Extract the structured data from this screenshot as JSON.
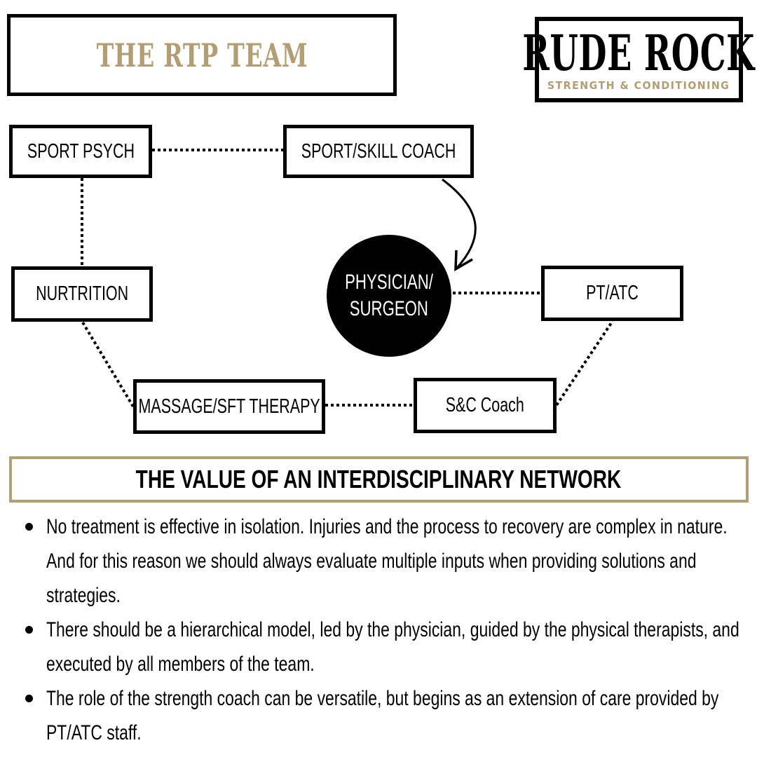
{
  "header": {
    "title": "THE RTP TEAM"
  },
  "logo": {
    "name": "RUDE ROCK",
    "tagline": "STRENGTH & CONDITIONING"
  },
  "colors": {
    "accent_gold": "#b39d72",
    "ink": "#000000",
    "background": "#ffffff"
  },
  "diagram": {
    "nodes": {
      "sport_psych": "SPORT PSYCH",
      "sport_skill_coach": "SPORT/SKILL COACH",
      "nutrition": "NURTRITION",
      "physician_line1": "PHYSICIAN/",
      "physician_line2": "SURGEON",
      "pt_atc": "PT/ATC",
      "massage": "MASSAGE/SFT THERAPY",
      "sc_coach": "S&C Coach"
    },
    "connections": [
      {
        "from": "SPORT PSYCH",
        "to": "SPORT/SKILL COACH",
        "style": "dotted"
      },
      {
        "from": "SPORT PSYCH",
        "to": "NURTRITION",
        "style": "dotted"
      },
      {
        "from": "NURTRITION",
        "to": "MASSAGE/SFT THERAPY",
        "style": "dotted"
      },
      {
        "from": "MASSAGE/SFT THERAPY",
        "to": "S&C Coach",
        "style": "dotted"
      },
      {
        "from": "S&C Coach",
        "to": "PT/ATC",
        "style": "dotted"
      },
      {
        "from": "PT/ATC",
        "to": "PHYSICIAN/SURGEON",
        "style": "dotted"
      },
      {
        "from": "SPORT/SKILL COACH",
        "to": "PHYSICIAN/SURGEON",
        "style": "arrow"
      }
    ]
  },
  "section": {
    "heading": "THE VALUE OF AN INTERDISCIPLINARY NETWORK",
    "bullets": [
      "No treatment is effective in isolation. Injuries and the process to recovery are complex in nature. And for this reason we should always evaluate multiple inputs when providing solutions and strategies.",
      "There should be a hierarchical model, led by the physician, guided by the physical therapists, and executed by all members of the team.",
      "The role of the strength coach can be versatile, but begins as an extension of care provided by PT/ATC staff."
    ]
  }
}
